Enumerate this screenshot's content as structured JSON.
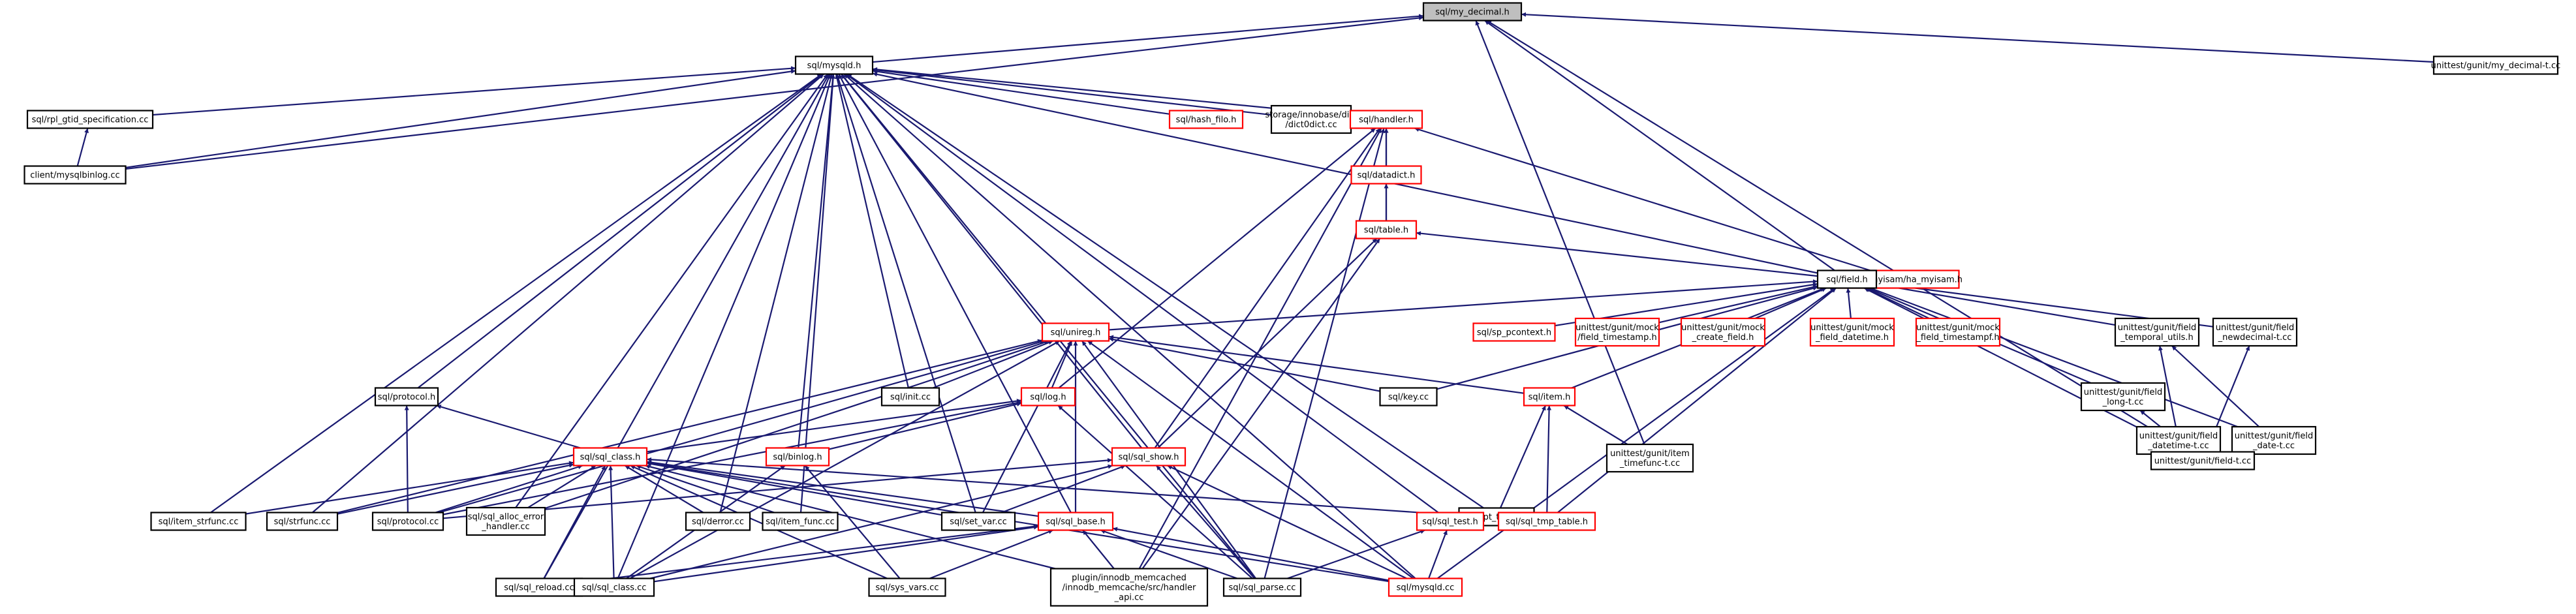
{
  "graph": {
    "nodes": [
      {
        "id": "my_decimal",
        "lines": [
          "sql/my_decimal.h"
        ],
        "style": "root"
      },
      {
        "id": "mysqld",
        "lines": [
          "sql/mysqld.h"
        ],
        "style": "k"
      },
      {
        "id": "mydec_cc",
        "lines": [
          "unittest/gunit/my_decimal-t.cc"
        ],
        "style": "k"
      },
      {
        "id": "rpl_gtid",
        "lines": [
          "sql/rpl_gtid_specification.cc"
        ],
        "style": "k"
      },
      {
        "id": "mysqlbinlog",
        "lines": [
          "client/mysqlbinlog.cc"
        ],
        "style": "k"
      },
      {
        "id": "hash_filo",
        "lines": [
          "sql/hash_filo.h"
        ],
        "style": "r"
      },
      {
        "id": "dict0dict",
        "lines": [
          "storage/innobase/dict",
          "/dict0dict.cc"
        ],
        "style": "k"
      },
      {
        "id": "handler",
        "lines": [
          "sql/handler.h"
        ],
        "style": "r"
      },
      {
        "id": "datadict",
        "lines": [
          "sql/datadict.h"
        ],
        "style": "r"
      },
      {
        "id": "table",
        "lines": [
          "sql/table.h"
        ],
        "style": "r"
      },
      {
        "id": "ha_myisam",
        "lines": [
          "storage/myisam/ha_myisam.h"
        ],
        "style": "r"
      },
      {
        "id": "field",
        "lines": [
          "sql/field.h"
        ],
        "style": "k"
      },
      {
        "id": "unireg",
        "lines": [
          "sql/unireg.h"
        ],
        "style": "r"
      },
      {
        "id": "sp_pcontext",
        "lines": [
          "sql/sp_pcontext.h"
        ],
        "style": "r"
      },
      {
        "id": "mock_ts",
        "lines": [
          "unittest/gunit/mock",
          "/field_timestamp.h"
        ],
        "style": "r"
      },
      {
        "id": "mock_create",
        "lines": [
          "unittest/gunit/mock",
          "_create_field.h"
        ],
        "style": "r"
      },
      {
        "id": "mock_dt",
        "lines": [
          "unittest/gunit/mock",
          "_field_datetime.h"
        ],
        "style": "r"
      },
      {
        "id": "mock_tsf",
        "lines": [
          "unittest/gunit/mock",
          "_field_timestampf.h"
        ],
        "style": "r"
      },
      {
        "id": "temporal",
        "lines": [
          "unittest/gunit/field",
          "_temporal_utils.h"
        ],
        "style": "k"
      },
      {
        "id": "newdecimal",
        "lines": [
          "unittest/gunit/field",
          "_newdecimal-t.cc"
        ],
        "style": "k"
      },
      {
        "id": "field_long",
        "lines": [
          "unittest/gunit/field",
          "_long-t.cc"
        ],
        "style": "k"
      },
      {
        "id": "field_datetime",
        "lines": [
          "unittest/gunit/field",
          "_datetime-t.cc"
        ],
        "style": "k"
      },
      {
        "id": "field_date",
        "lines": [
          "unittest/gunit/field",
          "_date-t.cc"
        ],
        "style": "k"
      },
      {
        "id": "field_t",
        "lines": [
          "unittest/gunit/field-t.cc"
        ],
        "style": "k"
      },
      {
        "id": "protocol_h",
        "lines": [
          "sql/protocol.h"
        ],
        "style": "k"
      },
      {
        "id": "init",
        "lines": [
          "sql/init.cc"
        ],
        "style": "k"
      },
      {
        "id": "log",
        "lines": [
          "sql/log.h"
        ],
        "style": "r"
      },
      {
        "id": "key",
        "lines": [
          "sql/key.cc"
        ],
        "style": "k"
      },
      {
        "id": "item",
        "lines": [
          "sql/item.h"
        ],
        "style": "r"
      },
      {
        "id": "binlog",
        "lines": [
          "sql/binlog.h"
        ],
        "style": "r"
      },
      {
        "id": "sql_show",
        "lines": [
          "sql/sql_show.h"
        ],
        "style": "r"
      },
      {
        "id": "opt_trace",
        "lines": [
          "sql/opt_trace.cc"
        ],
        "style": "k"
      },
      {
        "id": "item_timefunc",
        "lines": [
          "unittest/gunit/item",
          "_timefunc-t.cc"
        ],
        "style": "k"
      },
      {
        "id": "sql_class_h",
        "lines": [
          "sql/sql_class.h"
        ],
        "style": "r"
      },
      {
        "id": "item_strfunc",
        "lines": [
          "sql/item_strfunc.cc"
        ],
        "style": "k"
      },
      {
        "id": "strfunc",
        "lines": [
          "sql/strfunc.cc"
        ],
        "style": "k"
      },
      {
        "id": "protocol_cc",
        "lines": [
          "sql/protocol.cc"
        ],
        "style": "k"
      },
      {
        "id": "alloc_error",
        "lines": [
          "sql/sql_alloc_error",
          "_handler.cc"
        ],
        "style": "k"
      },
      {
        "id": "derror",
        "lines": [
          "sql/derror.cc"
        ],
        "style": "k"
      },
      {
        "id": "item_func",
        "lines": [
          "sql/item_func.cc"
        ],
        "style": "k"
      },
      {
        "id": "set_var",
        "lines": [
          "sql/set_var.cc"
        ],
        "style": "k"
      },
      {
        "id": "sql_base",
        "lines": [
          "sql/sql_base.h"
        ],
        "style": "r"
      },
      {
        "id": "tmp_table",
        "lines": [
          "sql/sql_tmp_table.h"
        ],
        "style": "r"
      },
      {
        "id": "sql_test",
        "lines": [
          "sql/sql_test.h"
        ],
        "style": "r"
      },
      {
        "id": "sql_reload",
        "lines": [
          "sql/sql_reload.cc"
        ],
        "style": "k"
      },
      {
        "id": "sql_class_cc",
        "lines": [
          "sql/sql_class.cc"
        ],
        "style": "k"
      },
      {
        "id": "sys_vars",
        "lines": [
          "sql/sys_vars.cc"
        ],
        "style": "k"
      },
      {
        "id": "memcached",
        "lines": [
          "plugin/innodb_memcached",
          "/innodb_memcache/src/handler",
          "_api.cc"
        ],
        "style": "k"
      },
      {
        "id": "sql_parse",
        "lines": [
          "sql/sql_parse.cc"
        ],
        "style": "k"
      },
      {
        "id": "mysqld_cc",
        "lines": [
          "sql/mysqld.cc"
        ],
        "style": "r"
      }
    ],
    "edges": [
      [
        "mysqld",
        "my_decimal"
      ],
      [
        "mydec_cc",
        "my_decimal"
      ],
      [
        "field",
        "my_decimal"
      ],
      [
        "field_t",
        "my_decimal"
      ],
      [
        "item_timefunc",
        "my_decimal"
      ],
      [
        "mysqlbinlog",
        "my_decimal"
      ],
      [
        "rpl_gtid",
        "mysqld"
      ],
      [
        "hash_filo",
        "mysqld"
      ],
      [
        "dict0dict",
        "mysqld"
      ],
      [
        "handler",
        "mysqld"
      ],
      [
        "field",
        "mysqld"
      ],
      [
        "protocol_h",
        "mysqld"
      ],
      [
        "init",
        "mysqld"
      ],
      [
        "binlog",
        "mysqld"
      ],
      [
        "sql_show",
        "mysqld"
      ],
      [
        "opt_trace",
        "mysqld"
      ],
      [
        "item_strfunc",
        "mysqld"
      ],
      [
        "strfunc",
        "mysqld"
      ],
      [
        "alloc_error",
        "mysqld"
      ],
      [
        "derror",
        "mysqld"
      ],
      [
        "item_func",
        "mysqld"
      ],
      [
        "set_var",
        "mysqld"
      ],
      [
        "sql_base",
        "mysqld"
      ],
      [
        "sql_test",
        "mysqld"
      ],
      [
        "sql_reload",
        "mysqld"
      ],
      [
        "sql_class_cc",
        "mysqld"
      ],
      [
        "sql_parse",
        "mysqld"
      ],
      [
        "mysqld_cc",
        "mysqld"
      ],
      [
        "mysqlbinlog",
        "mysqld"
      ],
      [
        "mysqlbinlog",
        "rpl_gtid"
      ],
      [
        "datadict",
        "handler"
      ],
      [
        "table",
        "handler"
      ],
      [
        "ha_myisam",
        "handler"
      ],
      [
        "log",
        "handler"
      ],
      [
        "sql_show",
        "handler"
      ],
      [
        "memcached",
        "handler"
      ],
      [
        "sql_parse",
        "handler"
      ],
      [
        "table",
        "datadict"
      ],
      [
        "field",
        "table"
      ],
      [
        "sql_show",
        "table"
      ],
      [
        "memcached",
        "table"
      ],
      [
        "field",
        "ha_myisam"
      ],
      [
        "unireg",
        "field"
      ],
      [
        "sp_pcontext",
        "field"
      ],
      [
        "mock_ts",
        "field"
      ],
      [
        "mock_create",
        "field"
      ],
      [
        "mock_dt",
        "field"
      ],
      [
        "mock_tsf",
        "field"
      ],
      [
        "temporal",
        "field"
      ],
      [
        "newdecimal",
        "field"
      ],
      [
        "field_long",
        "field"
      ],
      [
        "field_date",
        "field"
      ],
      [
        "field_t",
        "field"
      ],
      [
        "item",
        "field"
      ],
      [
        "key",
        "field"
      ],
      [
        "tmp_table",
        "field"
      ],
      [
        "mysqld_cc",
        "field"
      ],
      [
        "field_datetime",
        "temporal"
      ],
      [
        "field_date",
        "temporal"
      ],
      [
        "field_t",
        "newdecimal"
      ],
      [
        "field_t",
        "field_long"
      ],
      [
        "field_t",
        "field_datetime"
      ],
      [
        "field_t",
        "field_date"
      ],
      [
        "init",
        "unireg"
      ],
      [
        "log",
        "unireg"
      ],
      [
        "key",
        "unireg"
      ],
      [
        "item",
        "unireg"
      ],
      [
        "sql_base",
        "unireg"
      ],
      [
        "set_var",
        "unireg"
      ],
      [
        "strfunc",
        "unireg"
      ],
      [
        "sql_class_cc",
        "unireg"
      ],
      [
        "sql_parse",
        "unireg"
      ],
      [
        "mysqld_cc",
        "unireg"
      ],
      [
        "protocol_cc",
        "unireg"
      ],
      [
        "alloc_error",
        "unireg"
      ],
      [
        "sql_class_h",
        "log"
      ],
      [
        "binlog",
        "log"
      ],
      [
        "sql_parse",
        "log"
      ],
      [
        "protocol_cc",
        "log"
      ],
      [
        "sql_class_h",
        "protocol_h"
      ],
      [
        "protocol_cc",
        "protocol_h"
      ],
      [
        "opt_trace",
        "item"
      ],
      [
        "item_timefunc",
        "item"
      ],
      [
        "tmp_table",
        "item"
      ],
      [
        "sql_class_cc",
        "binlog"
      ],
      [
        "sys_vars",
        "binlog"
      ],
      [
        "set_var",
        "sql_show"
      ],
      [
        "sql_parse",
        "sql_show"
      ],
      [
        "mysqld_cc",
        "sql_show"
      ],
      [
        "sql_class_cc",
        "sql_show"
      ],
      [
        "protocol_cc",
        "sql_show"
      ],
      [
        "item_strfunc",
        "sql_class_h"
      ],
      [
        "strfunc",
        "sql_class_h"
      ],
      [
        "protocol_cc",
        "sql_class_h"
      ],
      [
        "alloc_error",
        "sql_class_h"
      ],
      [
        "derror",
        "sql_class_h"
      ],
      [
        "item_func",
        "sql_class_h"
      ],
      [
        "set_var",
        "sql_class_h"
      ],
      [
        "sql_base",
        "sql_class_h"
      ],
      [
        "tmp_table",
        "sql_class_h"
      ],
      [
        "sql_reload",
        "sql_class_h"
      ],
      [
        "sql_class_cc",
        "sql_class_h"
      ],
      [
        "sys_vars",
        "sql_class_h"
      ],
      [
        "memcached",
        "sql_class_h"
      ],
      [
        "mysqld_cc",
        "sql_class_h"
      ],
      [
        "sql_reload",
        "sql_base"
      ],
      [
        "sql_class_cc",
        "sql_base"
      ],
      [
        "sys_vars",
        "sql_base"
      ],
      [
        "memcached",
        "sql_base"
      ],
      [
        "sql_parse",
        "sql_base"
      ],
      [
        "mysqld_cc",
        "sql_base"
      ],
      [
        "sql_parse",
        "sql_test"
      ],
      [
        "mysqld_cc",
        "sql_test"
      ]
    ]
  }
}
